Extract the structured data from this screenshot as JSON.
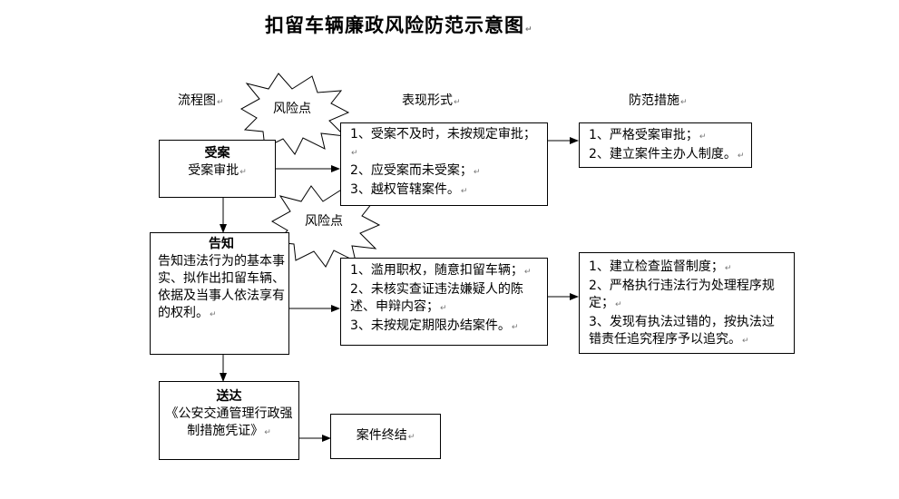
{
  "title": "扣留车辆廉政风险防范示意图",
  "para_mark": "↵",
  "columns": {
    "flow": "流程图",
    "form": "表现形式",
    "measures": "防范措施"
  },
  "risk_label": "风险点",
  "steps": {
    "accept": {
      "head": "受案",
      "body": "受案审批"
    },
    "notify": {
      "head": "告知",
      "body": "告知违法行为的基本事实、拟作出扣留车辆、依据及当事人依法享有的权利。"
    },
    "serve": {
      "head": "送达",
      "body": "《公安交通管理行政强制措施凭证》"
    },
    "close": {
      "body": "案件终结"
    }
  },
  "risks": {
    "accept": [
      "1、受案不及时，未按规定审批；",
      "2、应受案而未受案；",
      "3、越权管辖案件。"
    ],
    "notify": [
      "1、滥用职权，随意扣留车辆；",
      "2、未核实查证违法嫌疑人的陈述、申辩内容；",
      "3、未按规定期限办结案件。"
    ]
  },
  "measures": {
    "accept": [
      "1、严格受案审批；",
      "2、建立案件主办人制度。"
    ],
    "notify": [
      "1、建立检查监督制度；",
      "2、严格执行违法行为处理程序规定；",
      "3、发现有执法过错的，按执法过错责任追究程序予以追究。"
    ]
  }
}
